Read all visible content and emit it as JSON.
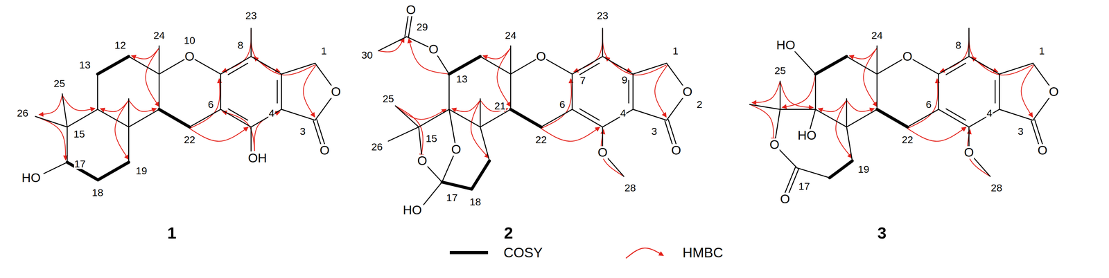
{
  "diagram": {
    "labels": [
      "23",
      "12",
      "24",
      "10",
      "O",
      "1",
      "8",
      "13",
      "25",
      "26",
      "15",
      "6",
      "4",
      "3",
      "O",
      "O",
      "22",
      "17",
      "HO",
      "18",
      "19",
      "OH",
      "1",
      "O",
      "29",
      "30",
      "O",
      "23",
      "24",
      "1",
      "13",
      "O",
      "7",
      "9",
      "O",
      "2",
      "25",
      "15",
      "21",
      "26",
      "O",
      "O",
      "22",
      "6",
      "4",
      "3",
      "O",
      "17",
      "HO",
      "18",
      "O",
      "28",
      "2",
      "HO",
      "24",
      "25",
      "O",
      "8",
      "1",
      "O",
      "HO",
      "O",
      "17",
      "O",
      "19",
      "22",
      "6",
      "4",
      "3",
      "O",
      "O",
      "28",
      "3"
    ],
    "legend": [
      {
        "text": "COSY"
      },
      {
        "text": "HMBC"
      }
    ]
  }
}
